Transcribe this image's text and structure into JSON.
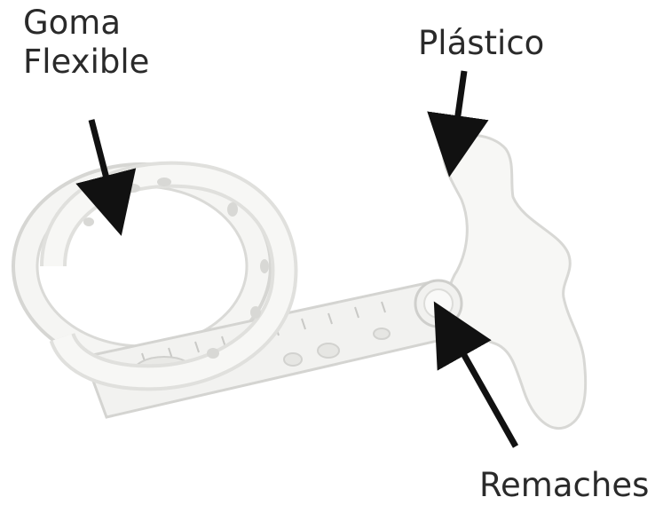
{
  "labels": {
    "goma_line1": "Goma",
    "goma_line2": "Flexible",
    "plastico": "Plástico",
    "remaches": "Remaches"
  },
  "colors": {
    "arrow": "#111111",
    "object_fill": "#f4f4f2",
    "object_stroke": "#d7d7d4",
    "tick": "#c9c9c6"
  }
}
